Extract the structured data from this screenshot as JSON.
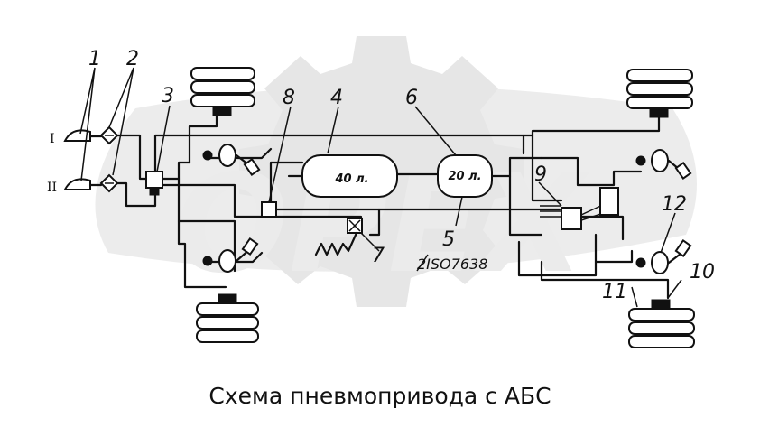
{
  "caption": "Схема пневмопривода с АБС",
  "watermark": "OPEX",
  "circuit_labels": [
    "I",
    "II"
  ],
  "callouts": [
    "1",
    "2",
    "3",
    "4",
    "5",
    "6",
    "7",
    "8",
    "9",
    "10",
    "11",
    "12"
  ],
  "tanks": [
    {
      "label": "40 л."
    },
    {
      "label": "20 л."
    }
  ],
  "part_number": "2ISO7638",
  "colors": {
    "ink": "#111111",
    "watermark": "#e6e6e6",
    "background": "#ffffff"
  }
}
